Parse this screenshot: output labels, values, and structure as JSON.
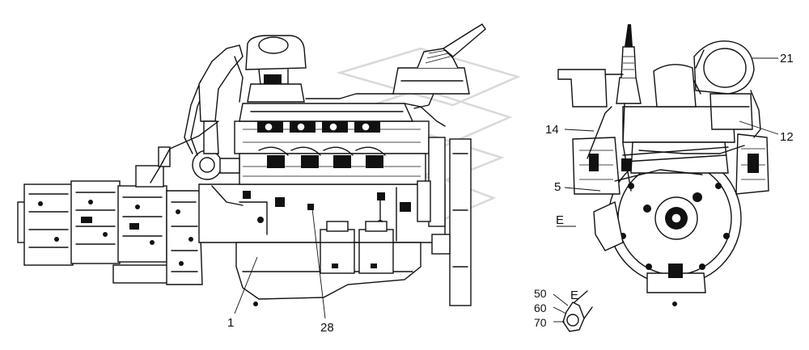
{
  "callouts": {
    "c1": "1",
    "c28": "28",
    "c14": "14",
    "c5": "5",
    "c21": "21",
    "c12": "12",
    "view_e": "E",
    "c50": "50",
    "c60": "60",
    "c70": "70",
    "detail_e": "E"
  },
  "colors": {
    "ink": "#111111",
    "paper": "#ffffff",
    "watermark": "#d9d9d9"
  }
}
